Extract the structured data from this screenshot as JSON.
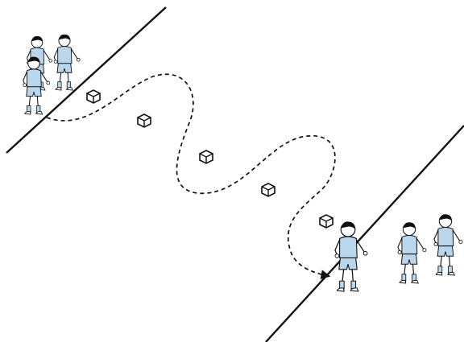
{
  "scene": {
    "subject": "zigzag-dribbling-drill",
    "cone_count": 5,
    "players_start_group": 3,
    "players_end_group": 3,
    "path_style": "dashed",
    "colors": {
      "background": "#ffffff",
      "line": "#111111",
      "jersey": "#b9d6ec",
      "shorts": "#b9d6ec",
      "skin": "#ffffff",
      "hair": "#111111",
      "cone_fill": "#ffffff"
    }
  }
}
